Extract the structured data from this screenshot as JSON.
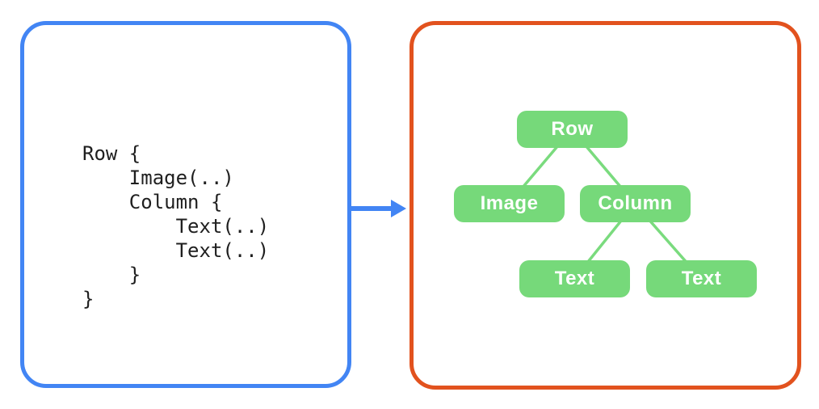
{
  "code_panel": {
    "border_color": "#4285F4",
    "lines": [
      "Row {",
      "    Image(..)",
      "    Column {",
      "        Text(..)",
      "        Text(..)",
      "    }",
      "}"
    ]
  },
  "arrow": {
    "color": "#4285F4",
    "direction": "right"
  },
  "tree_panel": {
    "border_color": "#E2521E",
    "node_fill_color": "#76D97A",
    "node_text_color": "#FFFFFF",
    "connector_color": "#7ADB7E",
    "nodes": [
      {
        "id": "row",
        "label": "Row",
        "parent": null
      },
      {
        "id": "image",
        "label": "Image",
        "parent": "row"
      },
      {
        "id": "column",
        "label": "Column",
        "parent": "row"
      },
      {
        "id": "text1",
        "label": "Text",
        "parent": "column"
      },
      {
        "id": "text2",
        "label": "Text",
        "parent": "column"
      }
    ]
  }
}
